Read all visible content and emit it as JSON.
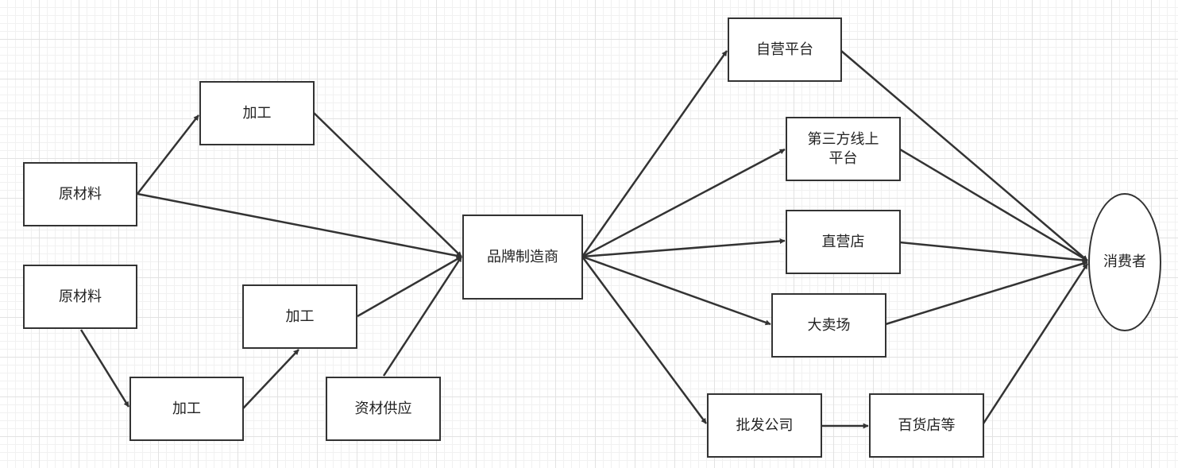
{
  "nodes": {
    "raw_material_1": "原材料",
    "raw_material_2": "原材料",
    "process_top": "加工",
    "process_middle": "加工",
    "process_bottom": "加工",
    "material_supply": "资材供应",
    "brand_manufacturer": "品牌制造商",
    "own_platform": "自营平台",
    "third_party_online_line1": "第三方线上",
    "third_party_online_line2": "平台",
    "direct_store": "直营店",
    "hypermarket": "大卖场",
    "wholesale_company": "批发公司",
    "department_store": "百货店等",
    "consumer": "消费者"
  },
  "colors": {
    "line": "#333333",
    "node_border": "#333333",
    "node_fill": "#ffffff"
  }
}
